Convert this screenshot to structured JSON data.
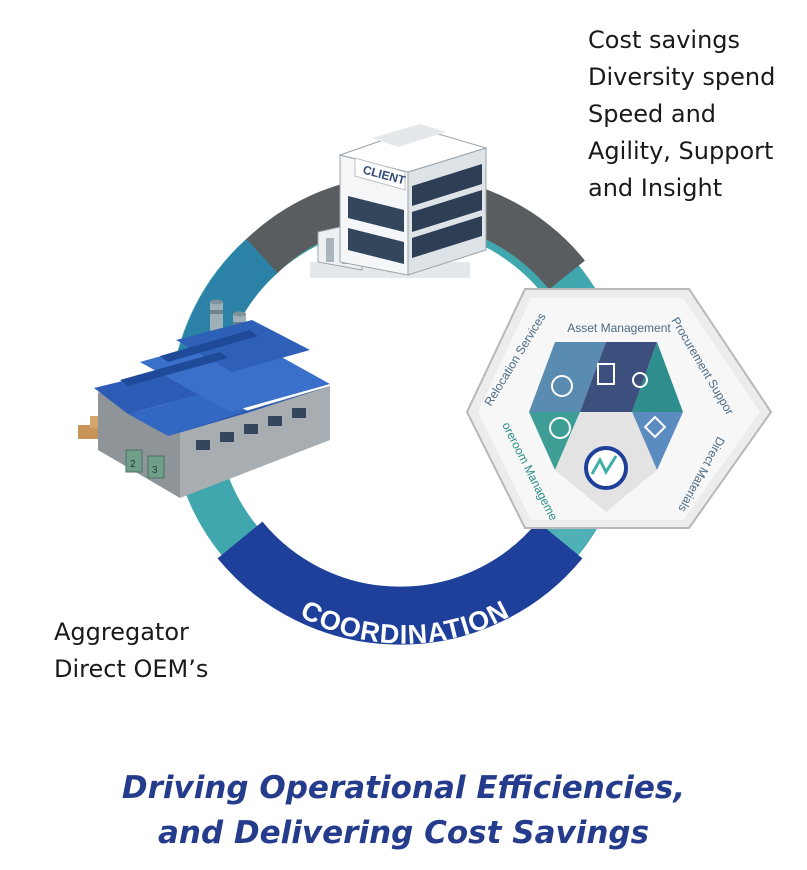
{
  "diagram": {
    "ring_label": "COORDINATION",
    "client_sign": "CLIENT",
    "factory_doors": [
      "2",
      "3"
    ],
    "hexagon_segments": [
      "Asset Management",
      "Procurement Support",
      "Direct Materials",
      "Storeroom Management",
      "Relocation Services"
    ],
    "colors": {
      "ring_dark_gray": "#5a5d60",
      "ring_teal": "#3fa7ad",
      "ring_blue": "#2c82a6",
      "ring_navy": "#1e3f9a",
      "caption": "#253c8c"
    }
  },
  "notes_top": [
    "Cost savings",
    "Diversity spend",
    "Speed and",
    "Agility, Support",
    "and Insight"
  ],
  "notes_bottom": [
    "Aggregator",
    "Direct OEM’s"
  ],
  "caption": {
    "line1": "Driving Operational Efficiencies,",
    "line2": "and Delivering Cost Savings"
  }
}
